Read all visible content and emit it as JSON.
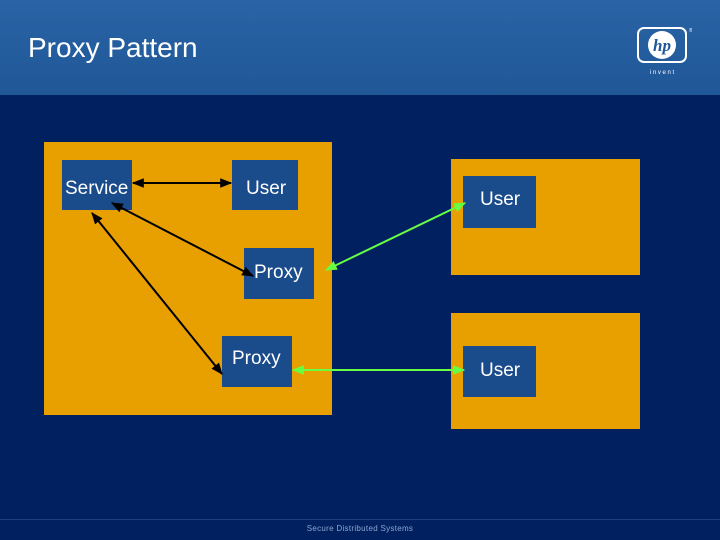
{
  "slide": {
    "title": "Proxy Pattern",
    "footer": "Secure Distributed Systems"
  },
  "logo": {
    "mark": "hp",
    "tagline": "i n v e n t",
    "registered": "®"
  },
  "boxes": {
    "service": "Service",
    "user_main": "User",
    "proxy_upper": "Proxy",
    "proxy_lower": "Proxy",
    "user_upper_right": "User",
    "user_lower_right": "User"
  },
  "colors": {
    "background": "#002060",
    "header": "#2a64a6",
    "panel": "#e8a000",
    "box": "#1a4b8a",
    "black_arrow": "#000000",
    "green_arrow": "#66ff44"
  }
}
